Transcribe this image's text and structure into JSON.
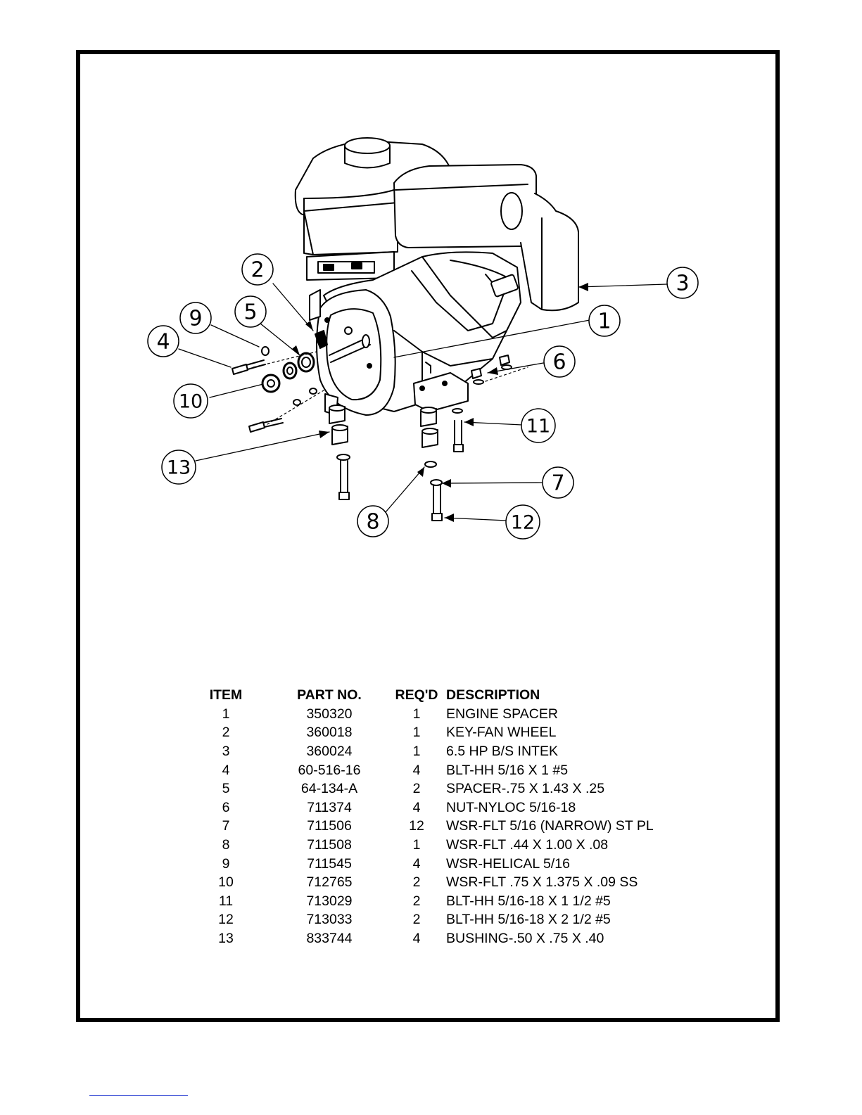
{
  "callouts": [
    {
      "num": "1"
    },
    {
      "num": "2"
    },
    {
      "num": "3"
    },
    {
      "num": "4"
    },
    {
      "num": "5"
    },
    {
      "num": "6"
    },
    {
      "num": "7"
    },
    {
      "num": "8"
    },
    {
      "num": "9"
    },
    {
      "num": "10"
    },
    {
      "num": "11"
    },
    {
      "num": "12"
    },
    {
      "num": "13"
    }
  ],
  "table": {
    "headers": {
      "item": "ITEM",
      "part_no": "PART NO.",
      "reqd": "REQ'D",
      "description": "DESCRIPTION"
    },
    "rows": [
      {
        "item": "1",
        "part_no": "350320",
        "reqd": "1",
        "description": "ENGINE SPACER"
      },
      {
        "item": "2",
        "part_no": "360018",
        "reqd": "1",
        "description": "KEY-FAN WHEEL"
      },
      {
        "item": "3",
        "part_no": "360024",
        "reqd": "1",
        "description": "6.5 HP B/S INTEK"
      },
      {
        "item": "4",
        "part_no": "60-516-16",
        "reqd": "4",
        "description": "BLT-HH 5/16 X 1 #5"
      },
      {
        "item": "5",
        "part_no": "64-134-A",
        "reqd": "2",
        "description": "SPACER-.75 X 1.43 X .25"
      },
      {
        "item": "6",
        "part_no": "711374",
        "reqd": "4",
        "description": "NUT-NYLOC 5/16-18"
      },
      {
        "item": "7",
        "part_no": "711506",
        "reqd": "12",
        "description": "WSR-FLT 5/16 (NARROW) ST PL"
      },
      {
        "item": "8",
        "part_no": "711508",
        "reqd": "1",
        "description": "WSR-FLT .44 X 1.00 X .08"
      },
      {
        "item": "9",
        "part_no": "711545",
        "reqd": "4",
        "description": "WSR-HELICAL 5/16"
      },
      {
        "item": "10",
        "part_no": "712765",
        "reqd": "2",
        "description": "WSR-FLT .75 X 1.375 X .09 SS"
      },
      {
        "item": "11",
        "part_no": "713029",
        "reqd": "2",
        "description": "BLT-HH 5/16-18 X 1 1/2 #5"
      },
      {
        "item": "12",
        "part_no": "713033",
        "reqd": "2",
        "description": "BLT-HH 5/16-18 X 2 1/2 #5"
      },
      {
        "item": "13",
        "part_no": "833744",
        "reqd": "4",
        "description": "BUSHING-.50 X .75 X .40"
      }
    ]
  }
}
